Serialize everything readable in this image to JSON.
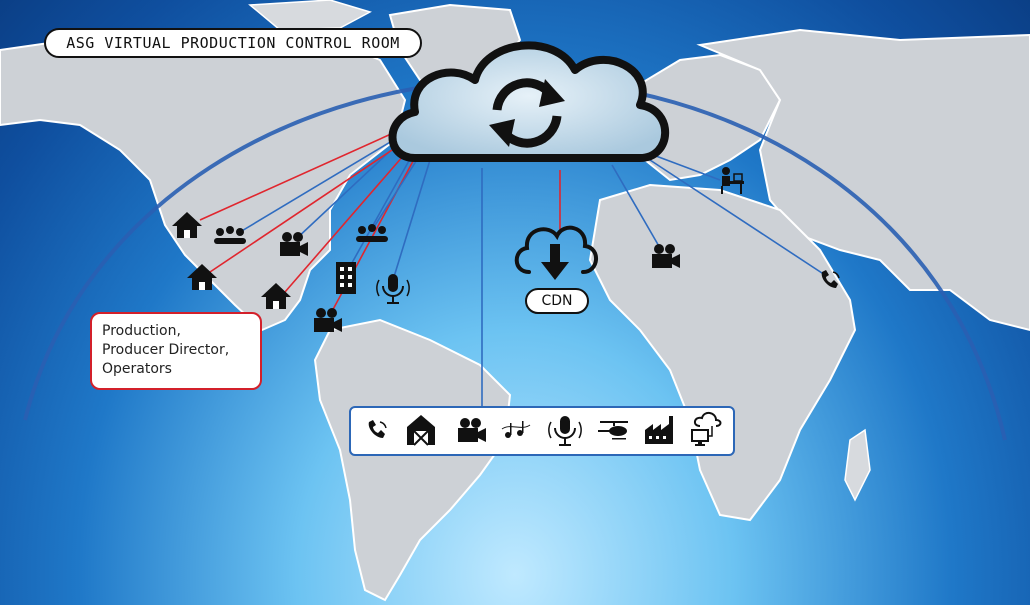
{
  "title": "ASG VIRTUAL PRODUCTION CONTROL ROOM",
  "cdn_label": "CDN",
  "production_box": {
    "lines": [
      "Production,",
      "Producer Director,",
      "Operators"
    ]
  },
  "colors": {
    "red_link": "#e0262e",
    "blue_link": "#2f6cc0",
    "land": "#cdd1d6",
    "ocean_dark": "#0b3f86",
    "ocean_light": "#bfe9ff"
  },
  "cloud": {
    "icon": "sync-arrows-icon"
  },
  "map_icons": [
    "home-icon",
    "audience-icon",
    "video-camera-icon",
    "audience-icon",
    "home-icon",
    "home-icon",
    "building-icon",
    "microphone-icon",
    "video-camera-icon",
    "cloud-download-icon",
    "video-camera-icon",
    "desk-worker-icon",
    "phone-icon"
  ],
  "toolbar_icons": [
    "phone-icon",
    "barn-icon",
    "video-camera-icon",
    "music-notes-icon",
    "microphone-icon",
    "helicopter-icon",
    "factory-icon",
    "cloud-monitor-icon"
  ]
}
